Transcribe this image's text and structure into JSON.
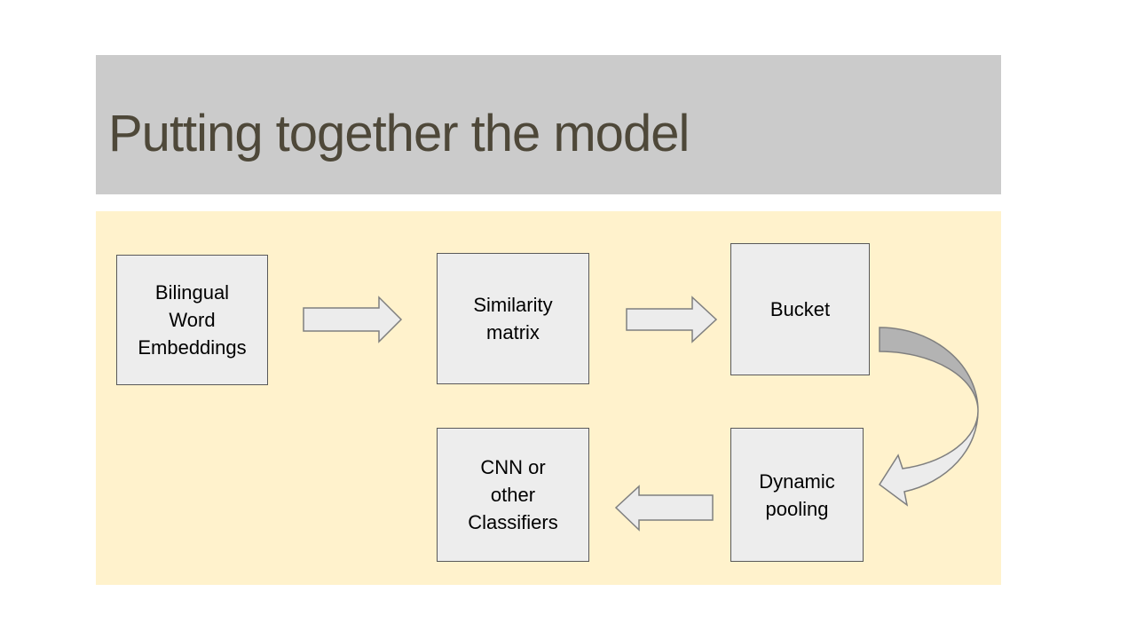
{
  "slide": {
    "title": "Putting together the model"
  },
  "diagram": {
    "boxes": [
      {
        "label": "Bilingual\nWord\nEmbeddings"
      },
      {
        "label": "Similarity\nmatrix"
      },
      {
        "label": "Bucket"
      },
      {
        "label": "CNN or\nother\nClassifiers"
      },
      {
        "label": "Dynamic\npooling"
      }
    ],
    "flow": "Bilingual Word Embeddings -> Similarity matrix -> Bucket -> Dynamic pooling -> CNN or other Classifiers"
  },
  "colors": {
    "title_bar_bg": "#cbcbcb",
    "title_text": "#4e4839",
    "content_bg": "#fff2cc",
    "box_fill": "#ededed",
    "box_border": "#595959",
    "arrow_fill": "#ececec",
    "arrow_border": "#7f7f7f",
    "curved_arrow_dark": "#b3b3b3",
    "box_text": "#000000"
  }
}
